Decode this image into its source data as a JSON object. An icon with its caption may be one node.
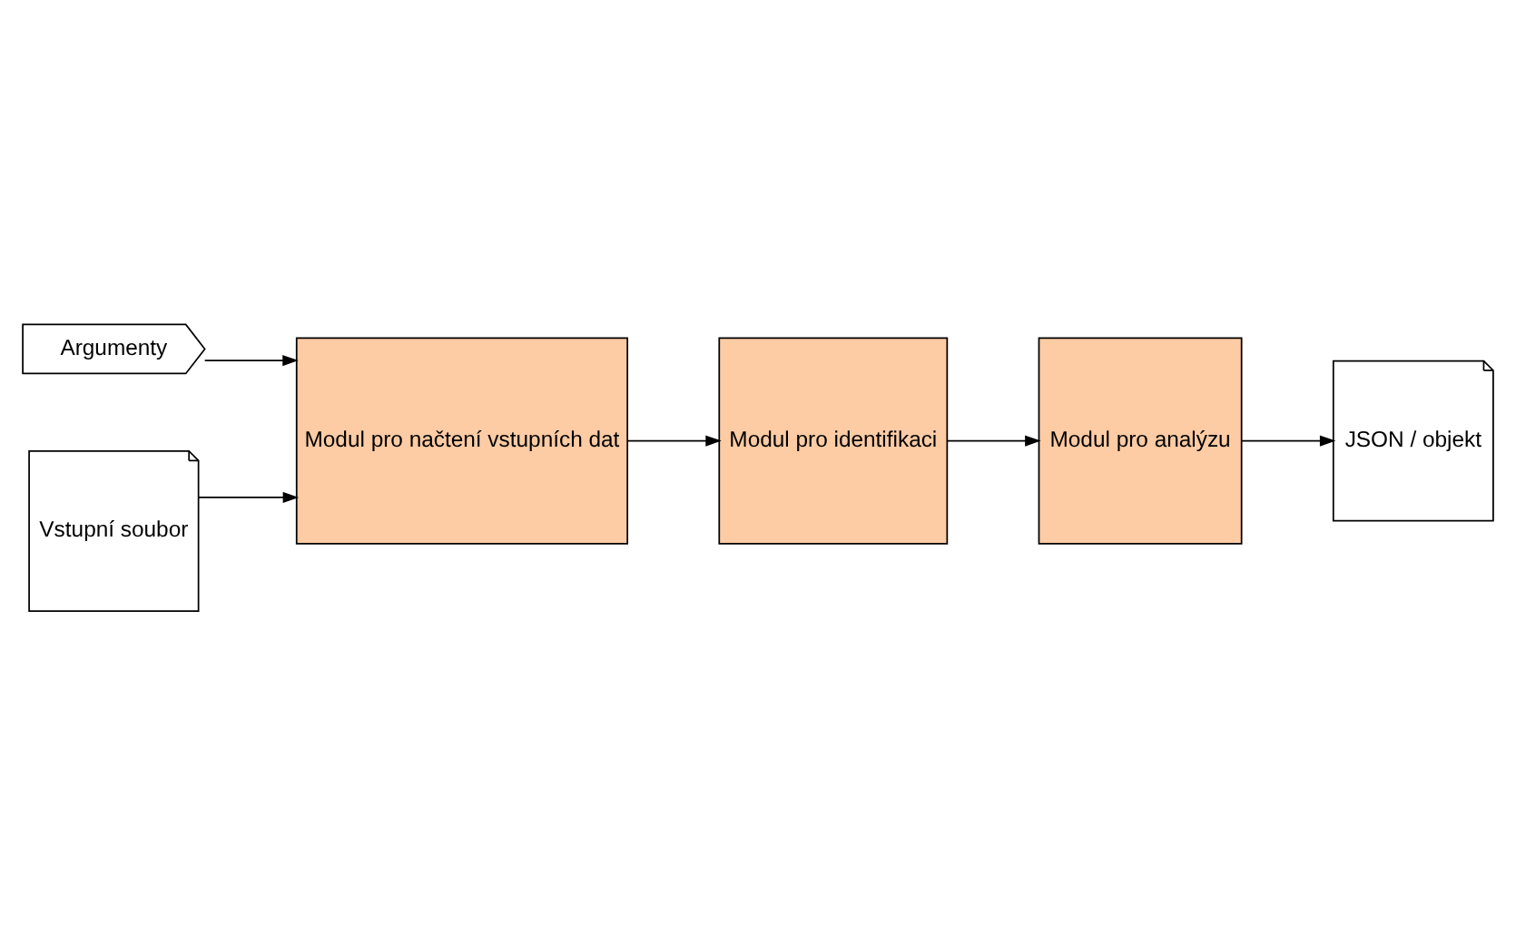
{
  "diagram": {
    "nodes": [
      {
        "text": [
          "Argumenty"
        ]
      },
      {
        "text": [
          "Vstupní soubor"
        ]
      },
      {
        "text": [
          "Modul pro načtení vstupních dat"
        ]
      },
      {
        "text": [
          "Modul pro identifikaci"
        ]
      },
      {
        "text": [
          "Modul pro analýzu"
        ]
      },
      {
        "text": [
          "JSON / objekt"
        ]
      }
    ],
    "edges": [
      {
        "from": 0,
        "to": 2,
        "arrow": "to"
      },
      {
        "from": 1,
        "to": 2,
        "arrow": "to"
      },
      {
        "from": 2,
        "to": 3,
        "arrow": "to"
      },
      {
        "from": 3,
        "to": 4,
        "arrow": "to"
      },
      {
        "from": 4,
        "to": 5,
        "arrow": "to"
      }
    ]
  }
}
